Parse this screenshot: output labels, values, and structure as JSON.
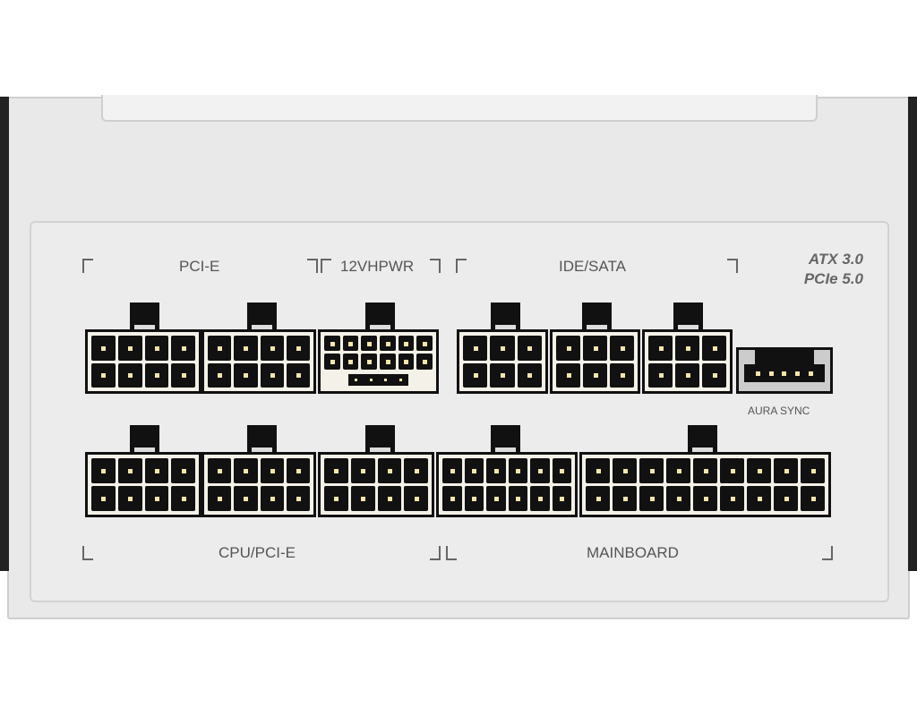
{
  "labels": {
    "pcie": "PCI-E",
    "hpwr": "12VHPWR",
    "sata": "IDE/SATA",
    "cpu": "CPU/PCI-E",
    "mb": "MAINBOARD",
    "aura": "AURA SYNC"
  },
  "spec": {
    "line1": "ATX 3.0",
    "line2": "PCIe 5.0"
  },
  "connectors": {
    "top": [
      {
        "name": "pcie-8pin",
        "cols": 4,
        "rows": 2
      },
      {
        "name": "pcie-8pin",
        "cols": 4,
        "rows": 2
      },
      {
        "name": "12vhpwr",
        "cols": 6,
        "rows": 2,
        "sense": 4
      },
      {
        "name": "sata-6pin",
        "cols": 3,
        "rows": 2
      },
      {
        "name": "sata-6pin",
        "cols": 3,
        "rows": 2
      },
      {
        "name": "sata-6pin",
        "cols": 3,
        "rows": 2
      }
    ],
    "bottom": [
      {
        "name": "cpu-pcie-8pin",
        "cols": 4,
        "rows": 2
      },
      {
        "name": "cpu-pcie-8pin",
        "cols": 4,
        "rows": 2
      },
      {
        "name": "cpu-pcie-8pin",
        "cols": 4,
        "rows": 2
      },
      {
        "name": "mainboard-12pin",
        "cols": 6,
        "rows": 2
      },
      {
        "name": "mainboard-18pin",
        "cols": 9,
        "rows": 2
      }
    ],
    "aura_pins": 5
  }
}
